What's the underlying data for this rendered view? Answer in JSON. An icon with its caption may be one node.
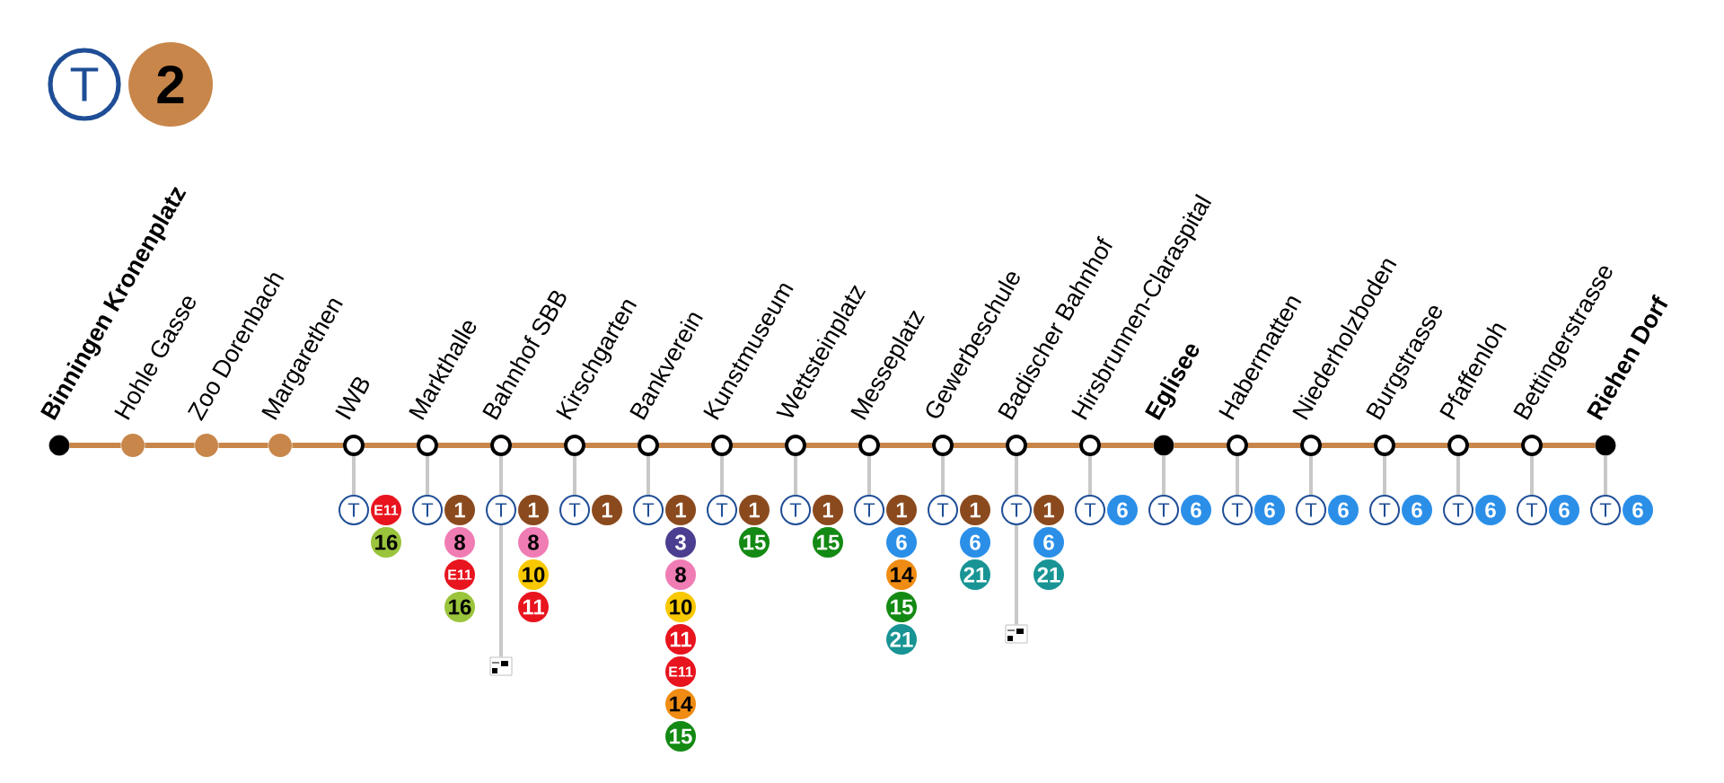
{
  "diagram": {
    "nodes": [
      {
        "text": [
          "T"
        ]
      },
      {
        "text": [
          "2"
        ]
      },
      {
        "text": [
          "Binningen Kronenplatz"
        ]
      },
      {
        "text": [
          "Hohle Gasse"
        ]
      },
      {
        "text": [
          "Zoo Dorenbach"
        ]
      },
      {
        "text": [
          "Margarethen"
        ]
      },
      {
        "text": [
          "IWB"
        ]
      },
      {
        "text": [
          "Markthalle"
        ]
      },
      {
        "text": [
          "Bahnhof SBB"
        ]
      },
      {
        "text": [
          "Kirschgarten"
        ]
      },
      {
        "text": [
          "Bankverein"
        ]
      },
      {
        "text": [
          "Kunstmuseum"
        ]
      },
      {
        "text": [
          "Wettsteinplatz"
        ]
      },
      {
        "text": [
          "Messeplatz"
        ]
      },
      {
        "text": [
          "Gewerbeschule"
        ]
      },
      {
        "text": [
          "Badischer Bahnhof"
        ]
      },
      {
        "text": [
          "Hirsbrunnen-Claraspital"
        ]
      },
      {
        "text": [
          "Eglisee"
        ]
      },
      {
        "text": [
          "Habermatten"
        ]
      },
      {
        "text": [
          "Niederholzboden"
        ]
      },
      {
        "text": [
          "Burgstrasse"
        ]
      },
      {
        "text": [
          "Pfaffenloh"
        ]
      },
      {
        "text": [
          "Bettingerstrasse"
        ]
      },
      {
        "text": [
          "Riehen Dorf"
        ]
      },
      {
        "text": [
          "T"
        ]
      },
      {
        "text": [
          "E11"
        ]
      },
      {
        "text": [
          "16"
        ]
      },
      {
        "text": [
          "T"
        ]
      },
      {
        "text": [
          "1"
        ]
      },
      {
        "text": [
          "8"
        ]
      },
      {
        "text": [
          "E11"
        ]
      },
      {
        "text": [
          "16"
        ]
      },
      {
        "text": [
          "T"
        ]
      },
      {
        "text": [
          "1"
        ]
      },
      {
        "text": [
          "8"
        ]
      },
      {
        "text": [
          "10"
        ]
      },
      {
        "text": [
          "11"
        ]
      },
      {
        "text": [],
        "shape": "picture"
      },
      {
        "text": [
          "T"
        ]
      },
      {
        "text": [
          "1"
        ]
      },
      {
        "text": [
          "T"
        ]
      },
      {
        "text": [
          "1"
        ]
      },
      {
        "text": [
          "3"
        ]
      },
      {
        "text": [
          "8"
        ]
      },
      {
        "text": [
          "10"
        ]
      },
      {
        "text": [
          "11"
        ]
      },
      {
        "text": [
          "E11"
        ]
      },
      {
        "text": [
          "14"
        ]
      },
      {
        "text": [
          "15"
        ]
      },
      {
        "text": [
          "T"
        ]
      },
      {
        "text": [
          "1"
        ]
      },
      {
        "text": [
          "15"
        ]
      },
      {
        "text": [
          "T"
        ]
      },
      {
        "text": [
          "1"
        ]
      },
      {
        "text": [
          "15"
        ]
      },
      {
        "text": [
          "T"
        ]
      },
      {
        "text": [
          "1"
        ]
      },
      {
        "text": [
          "6"
        ]
      },
      {
        "text": [
          "14"
        ]
      },
      {
        "text": [
          "15"
        ]
      },
      {
        "text": [
          "21"
        ]
      },
      {
        "text": [
          "T"
        ]
      },
      {
        "text": [
          "1"
        ]
      },
      {
        "text": [
          "6"
        ]
      },
      {
        "text": [
          "21"
        ]
      },
      {
        "text": [
          "T"
        ]
      },
      {
        "text": [
          "1"
        ]
      },
      {
        "text": [
          "6"
        ]
      },
      {
        "text": [
          "21"
        ]
      },
      {
        "text": [],
        "shape": "picture"
      },
      {
        "text": [
          "T"
        ]
      },
      {
        "text": [
          "6"
        ]
      },
      {
        "text": [
          "T"
        ]
      },
      {
        "text": [
          "6"
        ]
      },
      {
        "text": [
          "T"
        ]
      },
      {
        "text": [
          "6"
        ]
      },
      {
        "text": [
          "T"
        ]
      },
      {
        "text": [
          "6"
        ]
      },
      {
        "text": [
          "T"
        ]
      },
      {
        "text": [
          "6"
        ]
      },
      {
        "text": [
          "T"
        ]
      },
      {
        "text": [
          "6"
        ]
      },
      {
        "text": [
          "T"
        ]
      },
      {
        "text": [
          "6"
        ]
      },
      {
        "text": [
          "T"
        ]
      },
      {
        "text": [
          "6"
        ]
      }
    ],
    "edges": [
      {
        "from": 2,
        "to": 3,
        "arrow": "none"
      },
      {
        "from": 3,
        "to": 4,
        "arrow": "none"
      },
      {
        "from": 4,
        "to": 5,
        "arrow": "none"
      },
      {
        "from": 5,
        "to": 6,
        "arrow": "none"
      },
      {
        "from": 6,
        "to": 7,
        "arrow": "none"
      },
      {
        "from": 7,
        "to": 8,
        "arrow": "none"
      },
      {
        "from": 8,
        "to": 9,
        "arrow": "none"
      },
      {
        "from": 9,
        "to": 10,
        "arrow": "none"
      },
      {
        "from": 10,
        "to": 11,
        "arrow": "none"
      },
      {
        "from": 11,
        "to": 12,
        "arrow": "none"
      },
      {
        "from": 12,
        "to": 13,
        "arrow": "none"
      },
      {
        "from": 13,
        "to": 14,
        "arrow": "none"
      },
      {
        "from": 14,
        "to": 15,
        "arrow": "none"
      },
      {
        "from": 15,
        "to": 16,
        "arrow": "none"
      },
      {
        "from": 16,
        "to": 17,
        "arrow": "none"
      },
      {
        "from": 17,
        "to": 18,
        "arrow": "none"
      },
      {
        "from": 18,
        "to": 19,
        "arrow": "none"
      },
      {
        "from": 19,
        "to": 20,
        "arrow": "none"
      },
      {
        "from": 20,
        "to": 21,
        "arrow": "none"
      },
      {
        "from": 21,
        "to": 22,
        "arrow": "none"
      },
      {
        "from": 22,
        "to": 23,
        "arrow": "none"
      },
      {
        "from": 6,
        "to": 24,
        "arrow": "none",
        "color": "#c8c8c8"
      },
      {
        "from": 7,
        "to": 27,
        "arrow": "none",
        "color": "#c8c8c8"
      },
      {
        "from": 8,
        "to": 32,
        "arrow": "none",
        "color": "#c8c8c8"
      },
      {
        "from": 32,
        "to": 37,
        "arrow": "none",
        "color": "#c8c8c8"
      },
      {
        "from": 9,
        "to": 38,
        "arrow": "none",
        "color": "#c8c8c8"
      },
      {
        "from": 10,
        "to": 40,
        "arrow": "none",
        "color": "#c8c8c8"
      },
      {
        "from": 11,
        "to": 49,
        "arrow": "none",
        "color": "#c8c8c8"
      },
      {
        "from": 12,
        "to": 52,
        "arrow": "none",
        "color": "#c8c8c8"
      },
      {
        "from": 13,
        "to": 55,
        "arrow": "none",
        "color": "#c8c8c8"
      },
      {
        "from": 14,
        "to": 61,
        "arrow": "none",
        "color": "#c8c8c8"
      },
      {
        "from": 15,
        "to": 65,
        "arrow": "none",
        "color": "#c8c8c8"
      },
      {
        "from": 65,
        "to": 69,
        "arrow": "none",
        "color": "#c8c8c8"
      },
      {
        "from": 16,
        "to": 70,
        "arrow": "none",
        "color": "#c8c8c8"
      },
      {
        "from": 17,
        "to": 72,
        "arrow": "none",
        "color": "#c8c8c8"
      },
      {
        "from": 18,
        "to": 74,
        "arrow": "none",
        "color": "#c8c8c8"
      },
      {
        "from": 19,
        "to": 76,
        "arrow": "none",
        "color": "#c8c8c8"
      },
      {
        "from": 20,
        "to": 78,
        "arrow": "none",
        "color": "#c8c8c8"
      },
      {
        "from": 21,
        "to": 80,
        "arrow": "none",
        "color": "#c8c8c8"
      },
      {
        "from": 22,
        "to": 82,
        "arrow": "none",
        "color": "#c8c8c8"
      },
      {
        "from": 23,
        "to": 84,
        "arrow": "none",
        "color": "#c8c8c8"
      }
    ]
  }
}
